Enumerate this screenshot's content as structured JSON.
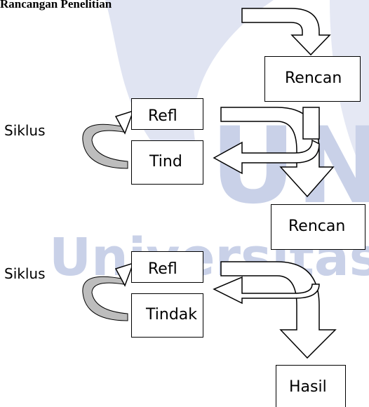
{
  "title": "Rancangan Penelitian",
  "watermark": {
    "text_large": "UN",
    "text_small": "Universitas N",
    "color": "#cfd6ea"
  },
  "cycle1": {
    "label": "Siklus",
    "plan": "Rencan",
    "reflection": "Refl",
    "action": "Tind"
  },
  "cycle2": {
    "label": "Siklus",
    "plan": "Rencan",
    "reflection": "Refl",
    "action": "Tindak"
  },
  "result": "Hasil"
}
